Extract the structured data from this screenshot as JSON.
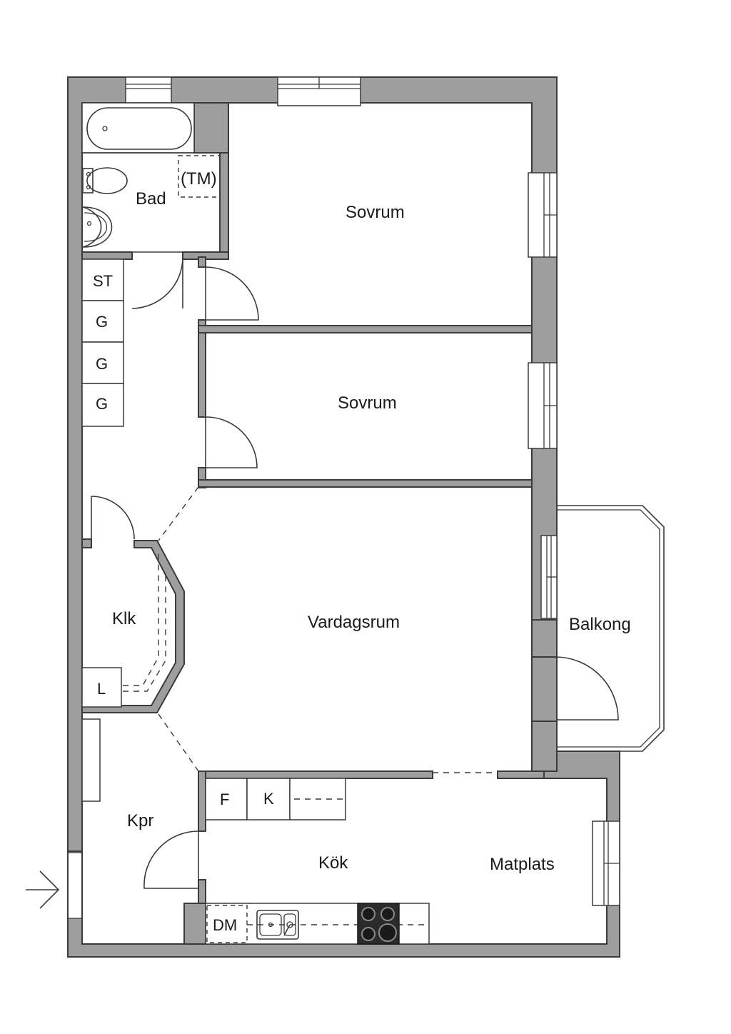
{
  "rooms": {
    "bad": "Bad",
    "tm": "(TM)",
    "sovrum1": "Sovrum",
    "sovrum2": "Sovrum",
    "st": "ST",
    "g1": "G",
    "g2": "G",
    "g3": "G",
    "klk": "Klk",
    "l": "L",
    "vardagsrum": "Vardagsrum",
    "balkong": "Balkong",
    "kpr": "Kpr",
    "f": "F",
    "k": "K",
    "kok": "Kök",
    "matplats": "Matplats",
    "dm": "DM"
  },
  "colors": {
    "wall_fill": "#9e9e9e",
    "line": "#3a3a3a",
    "background": "#ffffff"
  },
  "icons": [
    "entrance-arrow-icon",
    "bathtub-icon",
    "toilet-icon",
    "washbasin-icon",
    "sink-icon",
    "stove-icon"
  ]
}
